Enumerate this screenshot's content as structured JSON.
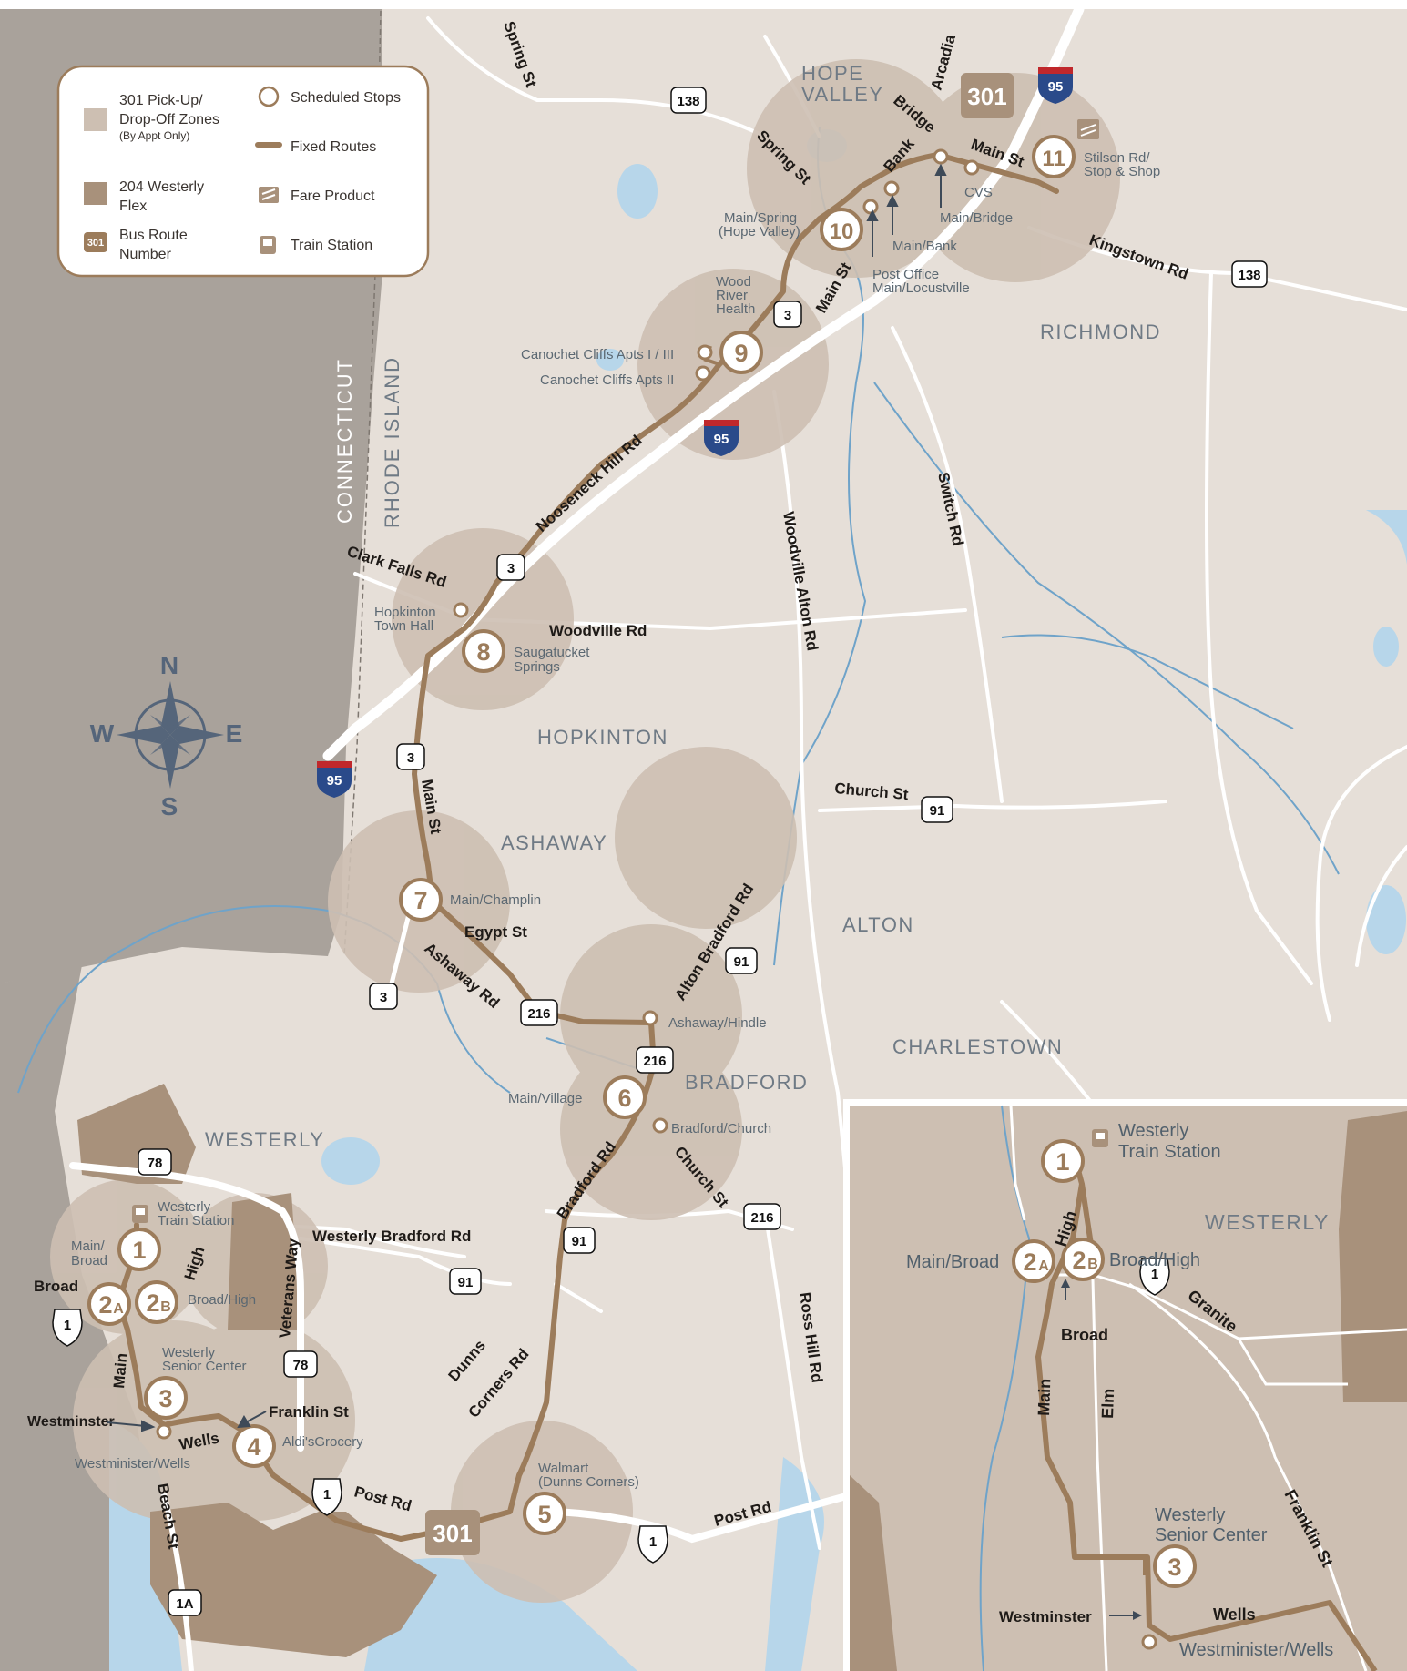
{
  "legend": {
    "zones_301": "301 Pick-Up/",
    "zones_301_line2": "Drop-Off Zones",
    "zones_301_note": "(By Appt Only)",
    "flex_204": "204 Westerly",
    "flex_204_line2": "Flex",
    "bus_route": "Bus Route",
    "bus_route_line2": "Number",
    "bus_route_badge": "301",
    "scheduled_stops": "Scheduled Stops",
    "fixed_routes": "Fixed Routes",
    "fare_product": "Fare Product",
    "train_station": "Train Station"
  },
  "compass": {
    "n": "N",
    "s": "S",
    "e": "E",
    "w": "W"
  },
  "states": {
    "ct": "CONNECTICUT",
    "ri": "RHODE ISLAND"
  },
  "towns": {
    "hope_valley_1": "HOPE",
    "hope_valley_2": "VALLEY",
    "richmond": "RICHMOND",
    "hopkinton": "HOPKINTON",
    "ashaway": "ASHAWAY",
    "alton": "ALTON",
    "charlestown": "CHARLESTOWN",
    "bradford": "BRADFORD",
    "westerly": "WESTERLY"
  },
  "roads": {
    "spring_st_north": "Spring St",
    "arcadia": "Arcadia",
    "bridge": "Bridge",
    "bank": "Bank",
    "main_st_hv": "Main St",
    "spring_st_hv": "Spring St",
    "main_st_north": "Main St",
    "kingstown_rd": "Kingstown Rd",
    "nooseneck_hill_rd": "Nooseneck Hill Rd",
    "clark_falls_rd": "Clark Falls Rd",
    "woodville_rd": "Woodville Rd",
    "woodville_alton_rd": "Woodville Alton Rd",
    "switch_rd": "Switch Rd",
    "main_st_ashaway": "Main St",
    "church_st_alton": "Church St",
    "egypt_st": "Egypt St",
    "ashaway_rd": "Ashaway Rd",
    "alton_bradford_rd": "Alton Bradford Rd",
    "church_st_bradford": "Church St",
    "bradford_rd": "Bradford Rd",
    "westerly_bradford_rd": "Westerly Bradford Rd",
    "veterans_way": "Veterans Way",
    "high": "High",
    "broad": "Broad",
    "main": "Main",
    "westminster": "Westminster",
    "wells": "Wells",
    "franklin_st": "Franklin St",
    "beach_st": "Beach St",
    "post_rd_west": "Post Rd",
    "post_rd_east": "Post Rd",
    "dunns_corners_rd_1": "Dunns",
    "dunns_corners_rd_2": "Corners Rd",
    "ross_hill_rd": "Ross Hill Rd"
  },
  "shields": {
    "r138_north": "138",
    "r138_east": "138",
    "r3_a": "3",
    "r3_b": "3",
    "r3_c": "3",
    "r3_d": "3",
    "r91_alton": "91",
    "r91_bradford": "91",
    "r91_south": "91",
    "r91_westerly": "91",
    "r216_a": "216",
    "r216_b": "216",
    "r216_c": "216",
    "r78_a": "78",
    "r78_b": "78",
    "r1_a": "1",
    "r1_b": "1",
    "r1_c": "1",
    "r1a": "1A",
    "i95_a": "95",
    "i95_b": "95",
    "i95_c": "95"
  },
  "stops": {
    "s1": "1",
    "s2a": "2",
    "s2a_sub": "A",
    "s2b": "2",
    "s2b_sub": "B",
    "s3": "3",
    "s4": "4",
    "s5": "5",
    "s6": "6",
    "s7": "7",
    "s8": "8",
    "s9": "9",
    "s10": "10",
    "s11": "11"
  },
  "stop_labels": {
    "westerly_train_1": "Westerly",
    "westerly_train_2": "Train Station",
    "main_broad_1": "Main/",
    "main_broad_2": "Broad",
    "broad_high": "Broad/High",
    "senior_center_1": "Westerly",
    "senior_center_2": "Senior Center",
    "westminister_wells": "Westminister/Wells",
    "aldis": "Aldi'sGrocery",
    "walmart_1": "Walmart",
    "walmart_2": "(Dunns Corners)",
    "main_village": "Main/Village",
    "bradford_church": "Bradford/Church",
    "ashaway_hindle": "Ashaway/Hindle",
    "main_champlin": "Main/Champlin",
    "hopkinton_town_hall_1": "Hopkinton",
    "hopkinton_town_hall_2": "Town Hall",
    "saugatucket_1": "Saugatucket",
    "saugatucket_2": "Springs",
    "canochet_1_3": "Canochet Cliffs Apts I / III",
    "canochet_2": "Canochet Cliffs Apts II",
    "wood_river_1": "Wood",
    "wood_river_2": "River",
    "wood_river_3": "Health",
    "main_spring_1": "Main/Spring",
    "main_spring_2": "(Hope Valley)",
    "post_office_1": "Post Office",
    "post_office_2": "Main/Locustville",
    "main_bank": "Main/Bank",
    "main_bridge": "Main/Bridge",
    "cvs": "CVS",
    "stilson_1": "Stilson Rd/",
    "stilson_2": "Stop & Shop"
  },
  "route_badges": {
    "north": "301",
    "south": "301"
  },
  "inset": {
    "westerly": "WESTERLY",
    "train_1": "Westerly",
    "train_2": "Train Station",
    "s1": "1",
    "s2a": "2",
    "s2a_sub": "A",
    "s2b": "2",
    "s2b_sub": "B",
    "s3": "3",
    "main_broad": "Main/Broad",
    "broad_high": "Broad/High",
    "high": "High",
    "broad": "Broad",
    "granite": "Granite",
    "main": "Main",
    "elm": "Elm",
    "franklin_st": "Franklin St",
    "senior_1": "Westerly",
    "senior_2": "Senior Center",
    "westminster": "Westminster",
    "wells": "Wells",
    "westminister_wells": "Westminister/Wells",
    "shield_1": "1"
  },
  "colors": {
    "land": "#e6dfd8",
    "ct_land": "#a9a29b",
    "zone": "#cdbfb2",
    "flex": "#a8917b",
    "route": "#9c7c5b",
    "water": "#b7d6ea",
    "river": "#6fa3c9"
  }
}
